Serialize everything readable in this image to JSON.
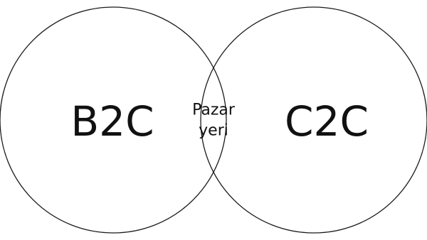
{
  "diagram": {
    "type": "venn",
    "sets": [
      {
        "label": "B2C"
      },
      {
        "label": "C2C"
      }
    ],
    "intersection": {
      "label_line_1": "Pazar",
      "label_line_2": "yeri"
    },
    "colors": {
      "stroke": "#1a1a1a",
      "text": "#111111",
      "background": "#ffffff"
    }
  }
}
